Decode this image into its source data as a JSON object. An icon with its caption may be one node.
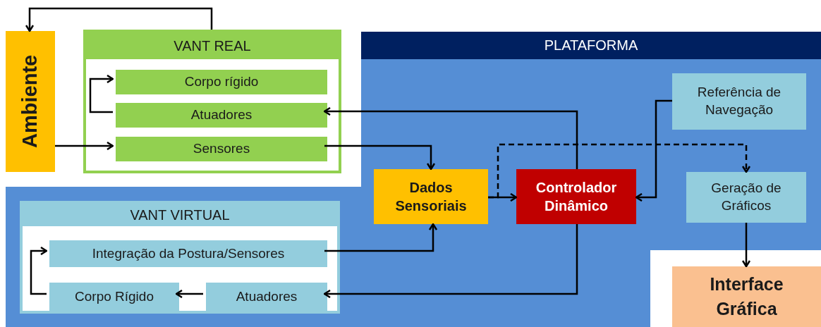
{
  "diagram": {
    "nodes": [
      {
        "text": [
          "Ambiente"
        ]
      },
      {
        "text": [
          "VANT REAL"
        ]
      },
      {
        "text": [
          "Corpo rígido"
        ],
        "in": 1
      },
      {
        "text": [
          "Atuadores"
        ],
        "in": 1
      },
      {
        "text": [
          "Sensores"
        ],
        "in": 1
      },
      {
        "text": [
          "PLATAFORMA"
        ]
      },
      {
        "text": [
          "Referência de Navegação"
        ],
        "in": 5
      },
      {
        "text": [
          "Dados Sensoriais"
        ],
        "in": 5
      },
      {
        "text": [
          "Controlador Dinâmico"
        ],
        "in": 5
      },
      {
        "text": [
          "Geração de Gráficos"
        ],
        "in": 5
      },
      {
        "text": [
          "VANT VIRTUAL"
        ],
        "in": 5
      },
      {
        "text": [
          "Integração da Postura/Sensores"
        ],
        "in": 10
      },
      {
        "text": [
          "Corpo Rígido"
        ],
        "in": 10
      },
      {
        "text": [
          "Atuadores"
        ],
        "in": 10
      },
      {
        "text": [
          "Interface Gráfica"
        ]
      }
    ],
    "edges": [
      {
        "from": 1,
        "to": 0,
        "arrow": "to"
      },
      {
        "from": 0,
        "to": 4,
        "arrow": "to"
      },
      {
        "from": 3,
        "to": 2,
        "arrow": "to"
      },
      {
        "from": 4,
        "to": 7,
        "arrow": "to"
      },
      {
        "from": 8,
        "to": 3,
        "arrow": "to"
      },
      {
        "from": 7,
        "to": 8,
        "arrow": "to"
      },
      {
        "from": 7,
        "to": 9,
        "arrow": "to",
        "style": "dashed"
      },
      {
        "from": 6,
        "to": 8,
        "arrow": "to"
      },
      {
        "from": 11,
        "to": 7,
        "arrow": "to"
      },
      {
        "from": 8,
        "to": 13,
        "arrow": "to"
      },
      {
        "from": 13,
        "to": 12,
        "arrow": "to"
      },
      {
        "from": 12,
        "to": 11,
        "arrow": "to"
      },
      {
        "from": 9,
        "to": 14,
        "arrow": "to"
      }
    ]
  }
}
